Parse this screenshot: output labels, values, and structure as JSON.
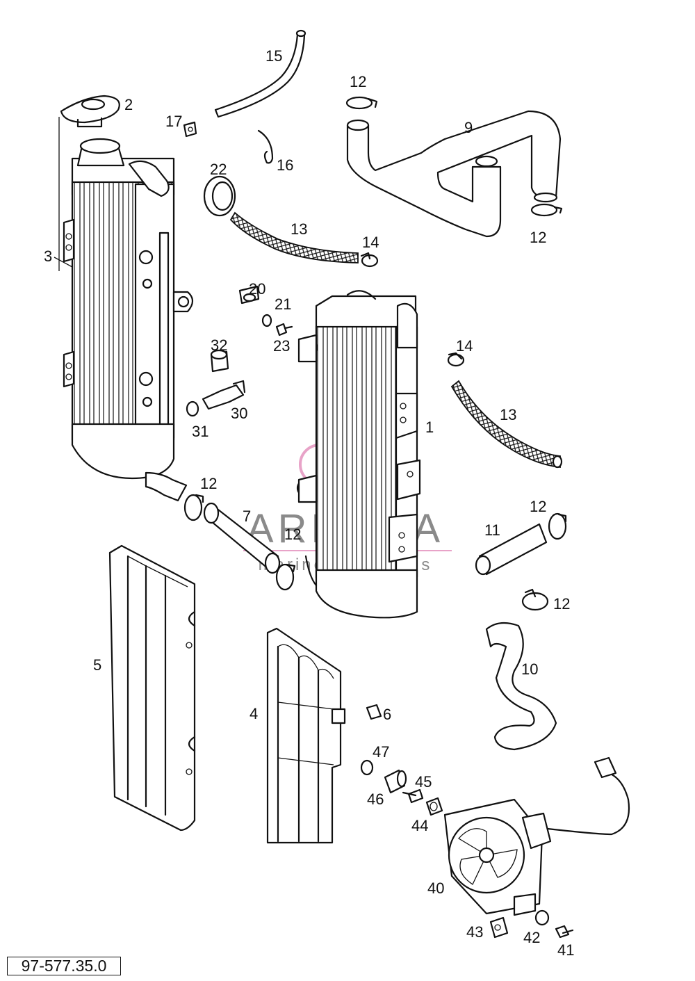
{
  "diagram_ref": "97-577.35.0",
  "watermark": {
    "brand": "ARMADA",
    "tagline": "marine outboards",
    "accent_color": "#e8a3c8",
    "text_color": "#8a8a8a"
  },
  "callouts": {
    "p1": "1",
    "p2": "2",
    "p3": "3",
    "p4": "4",
    "p5": "5",
    "p6": "6",
    "p7": "7",
    "p9": "9",
    "p10": "10",
    "p11": "11",
    "p12a": "12",
    "p12b": "12",
    "p12c": "12",
    "p12d": "12",
    "p12e": "12",
    "p12f": "12",
    "p13a": "13",
    "p13b": "13",
    "p14a": "14",
    "p14b": "14",
    "p15": "15",
    "p16": "16",
    "p17": "17",
    "p20": "20",
    "p21": "21",
    "p22": "22",
    "p23": "23",
    "p30": "30",
    "p31": "31",
    "p32": "32",
    "p40": "40",
    "p41": "41",
    "p42": "42",
    "p43": "43",
    "p44": "44",
    "p45": "45",
    "p46": "46",
    "p47": "47"
  }
}
